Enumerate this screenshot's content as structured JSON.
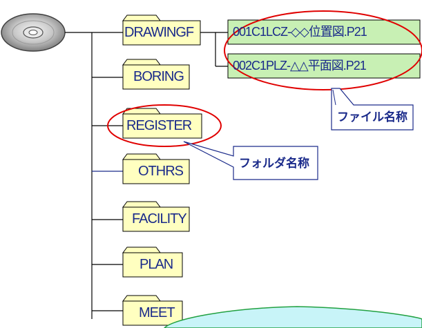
{
  "folders": [
    {
      "name": "DRAWINGF"
    },
    {
      "name": "BORING"
    },
    {
      "name": "REGISTER"
    },
    {
      "name": "OTHRS"
    },
    {
      "name": "FACILITY"
    },
    {
      "name": "PLAN"
    },
    {
      "name": "MEET"
    }
  ],
  "files": [
    {
      "name": "001C1LCZ-◇◇位置図.P21"
    },
    {
      "name": "002C1PLZ-△△平面図.P21"
    }
  ],
  "callouts": {
    "file_name": "ファイル名称",
    "folder_name": "フォルダ名称"
  },
  "colors": {
    "folder_fill": "#ffffc0",
    "file_fill": "#c8f0b4",
    "highlight_ellipse": "#e00000",
    "callout_border": "#1a2a8a",
    "line": "#000000",
    "note_fill": "#c8f4f8",
    "note_stroke": "#20a040"
  },
  "icons": {
    "disc": "cd-disc-icon"
  }
}
